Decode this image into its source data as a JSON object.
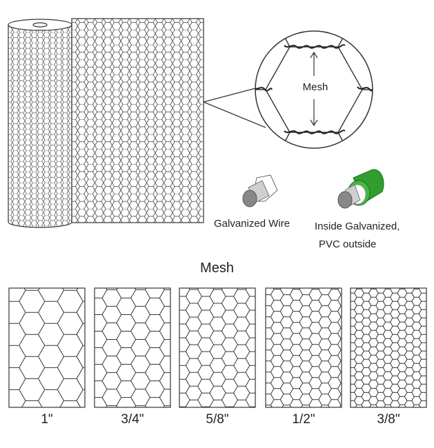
{
  "callout": {
    "label": "Mesh"
  },
  "wires": [
    {
      "label_lines": [
        "Galvanized Wire"
      ],
      "icon": "galvanized-wire-icon",
      "color": "#a0a0a0"
    },
    {
      "label_lines": [
        "Inside Galvanized,",
        "PVC outside"
      ],
      "icon": "pvc-coated-wire-icon",
      "color": "#2f9e2f"
    }
  ],
  "mesh_section": {
    "title": "Mesh",
    "sizes": [
      {
        "label": "1\"",
        "inches": 1.0
      },
      {
        "label": "3/4\"",
        "inches": 0.75
      },
      {
        "label": "5/8\"",
        "inches": 0.625
      },
      {
        "label": "1/2\"",
        "inches": 0.5
      },
      {
        "label": "3/8\"",
        "inches": 0.375
      }
    ]
  }
}
